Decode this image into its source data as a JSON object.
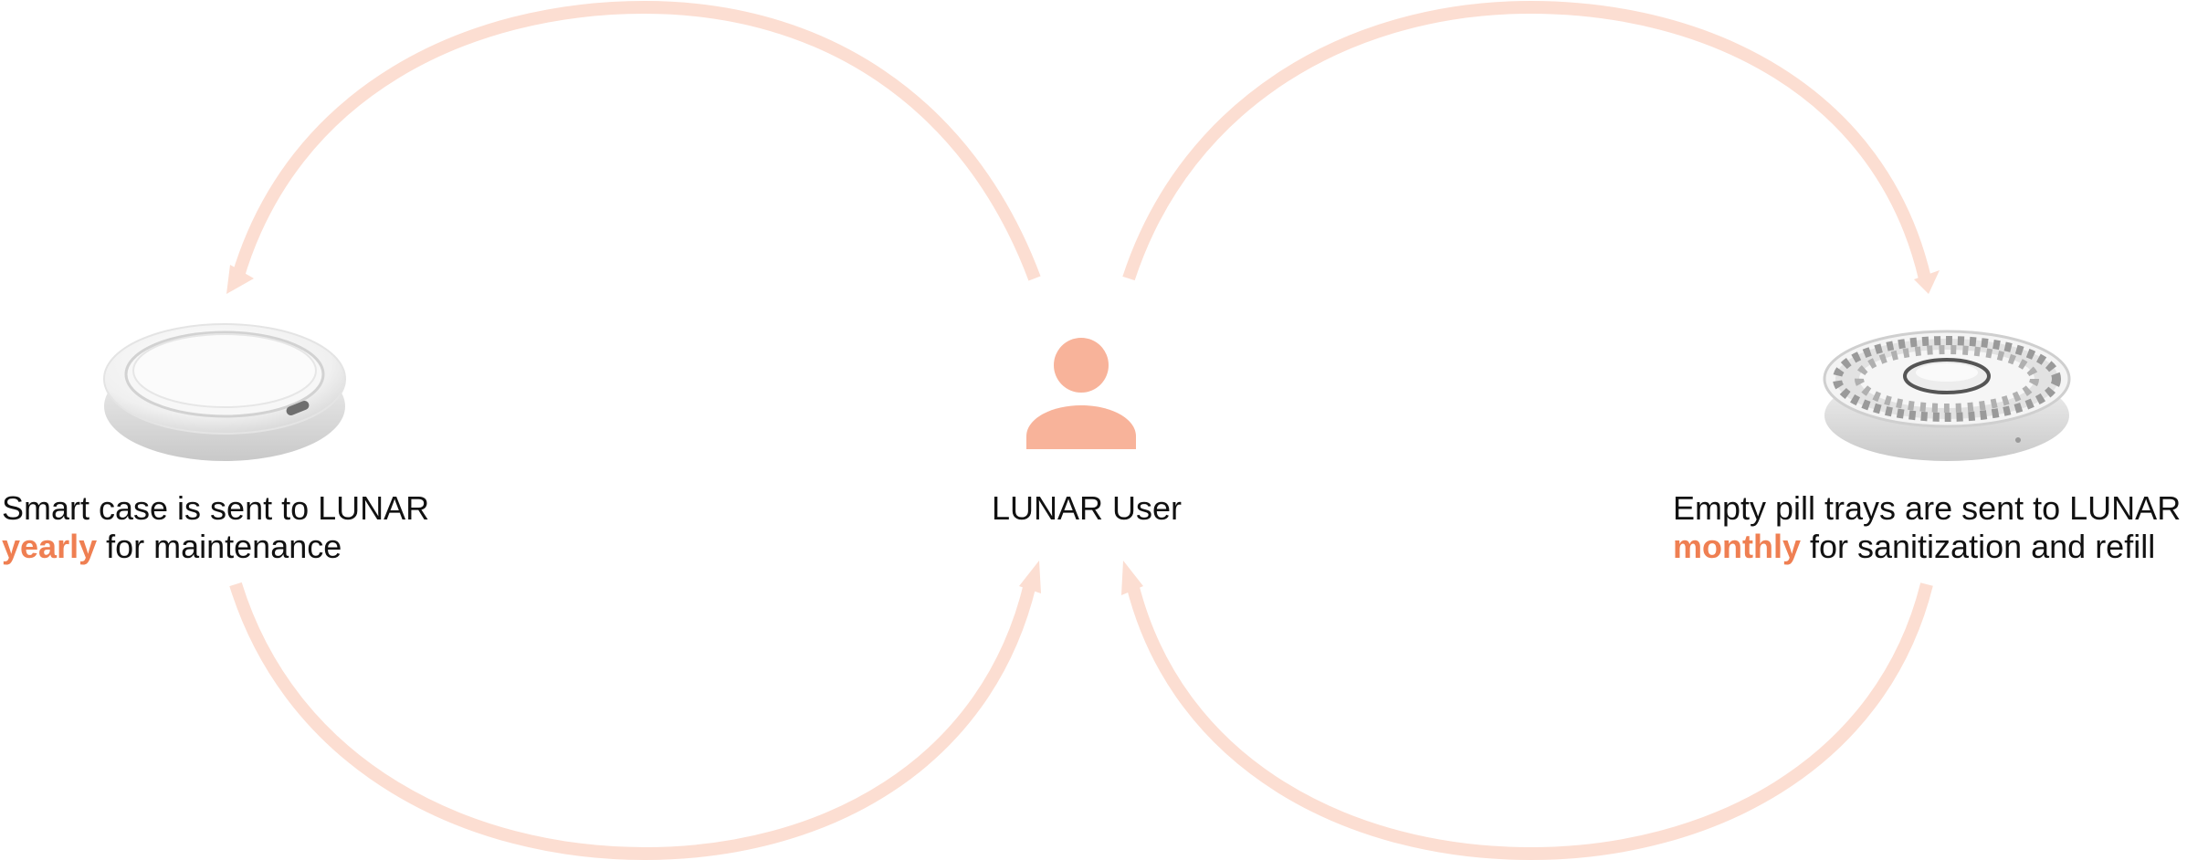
{
  "colors": {
    "arrow": "#fcded2",
    "user_icon": "#f8b39a",
    "accent_text": "#ef7f52",
    "text": "#111111",
    "device_body": "#f1f1f1",
    "device_shadow": "#c8c8c8"
  },
  "nodes": {
    "left": {
      "icon": "smart-case-device",
      "line1": "Smart case is sent to LUNAR",
      "accent": "yearly",
      "line2_rest": " for maintenance"
    },
    "center": {
      "icon": "user-icon",
      "label": "LUNAR User"
    },
    "right": {
      "icon": "pill-tray-device",
      "line1": "Empty pill trays are sent to LUNAR",
      "accent": "monthly",
      "line2_rest": " for sanitization and refill"
    }
  }
}
